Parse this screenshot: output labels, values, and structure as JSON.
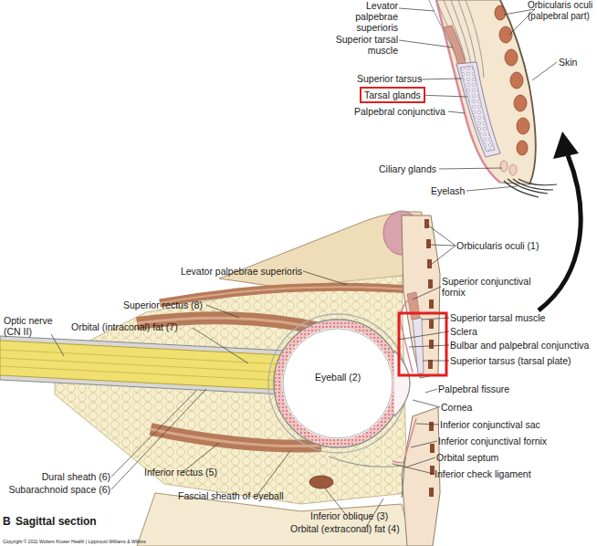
{
  "diagram": {
    "nodes": [
      {
        "text": [
          "Tarsal glands"
        ]
      }
    ],
    "labels": [
      "Levator palpebrae superioris",
      "Superior tarsal muscle",
      "Superior tarsus",
      "Palpebral conjunctiva",
      "Ciliary glands",
      "Eyelash",
      "Orbicularis oculi (palpebral part)",
      "Skin",
      "Orbicularis oculi (1)",
      "Levator palpebrae superioris",
      "Superior conjunctival fornix",
      "Superior rectus (8)",
      "Orbital (intraconal) fat (7)",
      "Superior tarsal muscle",
      "Sclera",
      "Bulbar and palpebral conjunctiva",
      "Superior tarsus (tarsal plate)",
      "Eyeball (2)",
      "Optic nerve (CN II)",
      "Palpebral fissure",
      "Cornea",
      "Inferior conjunctival sac",
      "Inferior conjunctival fornix",
      "Orbital septum",
      "Inferior check ligament",
      "Dural sheath (6)",
      "Subarachnoid space (6)",
      "Inferior rectus (5)",
      "Fascial sheath of eyeball",
      "Inferior oblique (3)",
      "Orbital (extraconal) fat (4)",
      "B",
      "Sagittal section",
      "Copyright © 2011 Wolters Kluwer Health | Lippincott Williams & Wilkins"
    ]
  }
}
